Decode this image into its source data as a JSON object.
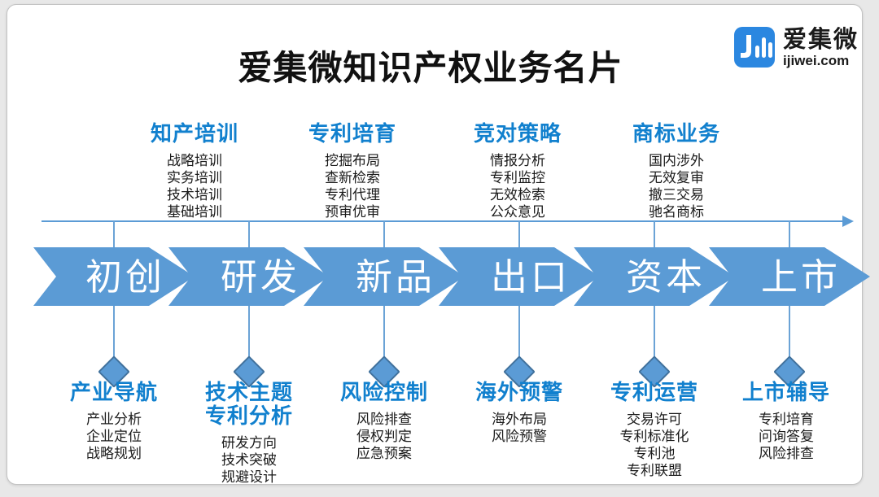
{
  "page": {
    "title": "爱集微知识产权业务名片"
  },
  "logo": {
    "icon": "ijiwei-bars-icon",
    "name": "爱集微",
    "domain": "ijiwei.com"
  },
  "colors": {
    "accent_blue": "#5b9bd5",
    "heading_blue": "#1180ce",
    "diamond_border": "#41719c",
    "logo_blue": "#2b87e0",
    "text_black": "#1a1a1a"
  },
  "top_categories": [
    {
      "title": "知产培训",
      "items": [
        "战略培训",
        "实务培训",
        "技术培训",
        "基础培训"
      ]
    },
    {
      "title": "专利培育",
      "items": [
        "挖掘布局",
        "查新检索",
        "专利代理",
        "预审优审"
      ]
    },
    {
      "title": "竞对策略",
      "items": [
        "情报分析",
        "专利监控",
        "无效检索",
        "公众意见"
      ]
    },
    {
      "title": "商标业务",
      "items": [
        "国内涉外",
        "无效复审",
        "撤三交易",
        "驰名商标"
      ]
    }
  ],
  "timeline": {
    "stages": [
      "初创",
      "研发",
      "新品",
      "出口",
      "资本",
      "上市"
    ]
  },
  "bottom_categories": [
    {
      "title_lines": [
        "产业导航"
      ],
      "items": [
        "产业分析",
        "企业定位",
        "战略规划"
      ]
    },
    {
      "title_lines": [
        "技术主题",
        "专利分析"
      ],
      "items": [
        "研发方向",
        "技术突破",
        "规避设计"
      ]
    },
    {
      "title_lines": [
        "风险控制"
      ],
      "items": [
        "风险排查",
        "侵权判定",
        "应急预案"
      ]
    },
    {
      "title_lines": [
        "海外预警"
      ],
      "items": [
        "海外布局",
        "风险预警"
      ]
    },
    {
      "title_lines": [
        "专利运营"
      ],
      "items": [
        "交易许可",
        "专利标准化",
        "专利池",
        "专利联盟"
      ]
    },
    {
      "title_lines": [
        "上市辅导"
      ],
      "items": [
        "专利培育",
        "问询答复",
        "风险排查"
      ]
    }
  ]
}
